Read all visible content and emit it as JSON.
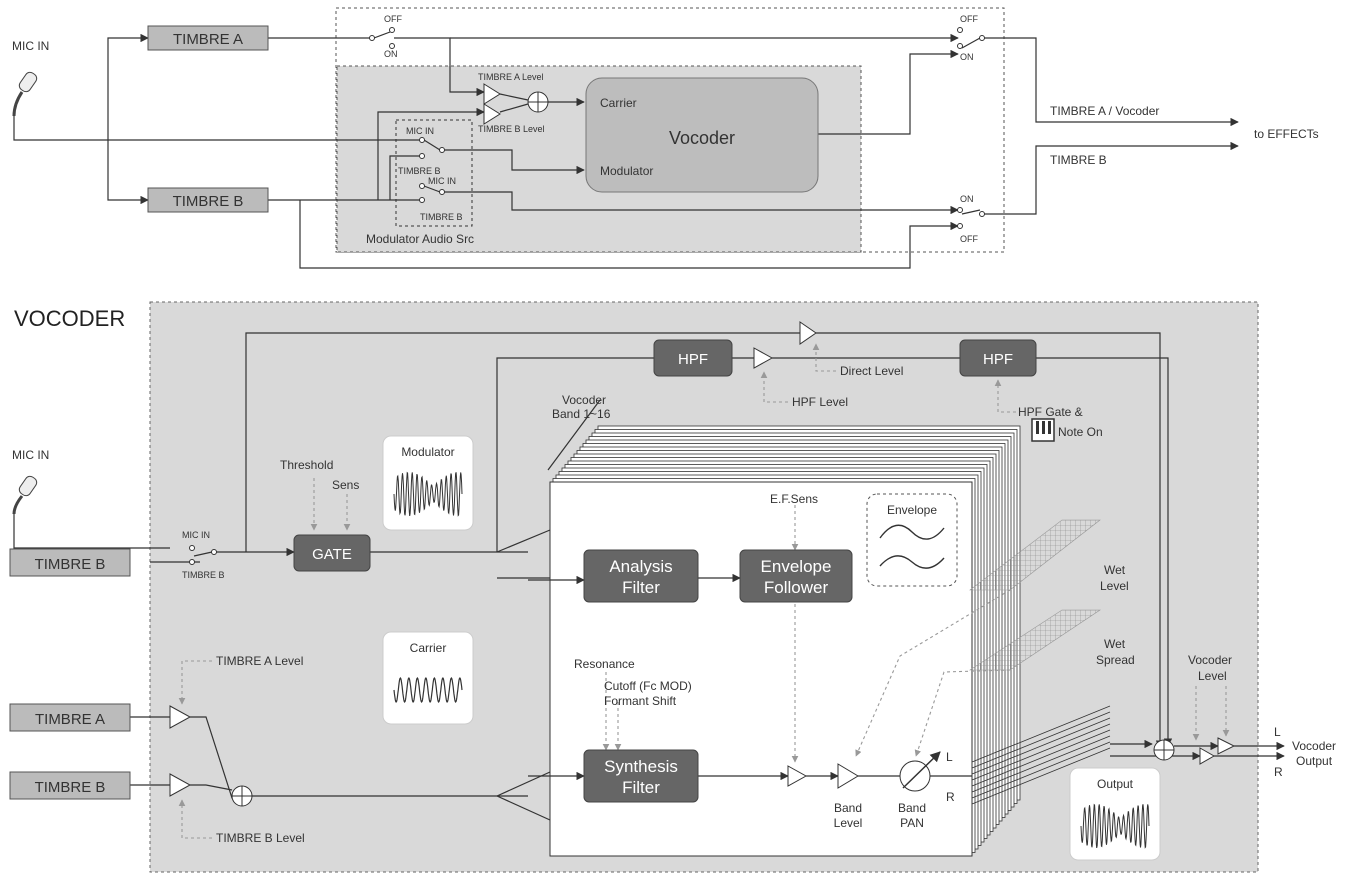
{
  "top": {
    "mic_in": "MIC IN",
    "timbre_a": "TIMBRE A",
    "timbre_b": "TIMBRE B",
    "off": "OFF",
    "on": "ON",
    "timbre_a_level": "TIMBRE A Level",
    "timbre_b_level": "TIMBRE B Level",
    "carrier": "Carrier",
    "vocoder": "Vocoder",
    "modulator": "Modulator",
    "sw_mic_in": "MIC IN",
    "sw_timbre_b": "TIMBRE B",
    "modulator_audio_src": "Modulator Audio Src",
    "out_a": "TIMBRE A / Vocoder",
    "out_b": "TIMBRE B",
    "to_effects": "to EFFECTs"
  },
  "bottom": {
    "title": "VOCODER",
    "mic_in": "MIC IN",
    "timbre_b_in": "TIMBRE B",
    "timbre_a": "TIMBRE A",
    "timbre_b": "TIMBRE B",
    "sw_mic_in": "MIC IN",
    "sw_timbre_b": "TIMBRE B",
    "threshold": "Threshold",
    "sens": "Sens",
    "gate": "GATE",
    "modulator": "Modulator",
    "carrier": "Carrier",
    "timbre_a_level": "TIMBRE A Level",
    "timbre_b_level": "TIMBRE B Level",
    "hpf1": "HPF",
    "hpf2": "HPF",
    "direct_level": "Direct Level",
    "hpf_level": "HPF Level",
    "hpf_gate_1": "HPF Gate &",
    "hpf_gate_2": "Note On",
    "vocoder_band_1": "Vocoder",
    "vocoder_band_2": "Band 1~16",
    "ef_sens": "E.F.Sens",
    "envelope": "Envelope",
    "analysis_1": "Analysis",
    "analysis_2": "Filter",
    "envelope_1": "Envelope",
    "envelope_2": "Follower",
    "resonance": "Resonance",
    "cutoff": "Cutoff (Fc MOD)",
    "formant": "Formant Shift",
    "synthesis_1": "Synthesis",
    "synthesis_2": "Filter",
    "band_level_1": "Band",
    "band_level_2": "Level",
    "band_pan_1": "Band",
    "band_pan_2": "PAN",
    "pan_l": "L",
    "pan_r": "R",
    "wet_level_1": "Wet",
    "wet_level_2": "Level",
    "wet_spread_1": "Wet",
    "wet_spread_2": "Spread",
    "vocoder_level_1": "Vocoder",
    "vocoder_level_2": "Level",
    "out_l": "L",
    "out_r": "R",
    "output_1": "Vocoder",
    "output_2": "Output",
    "output": "Output"
  }
}
